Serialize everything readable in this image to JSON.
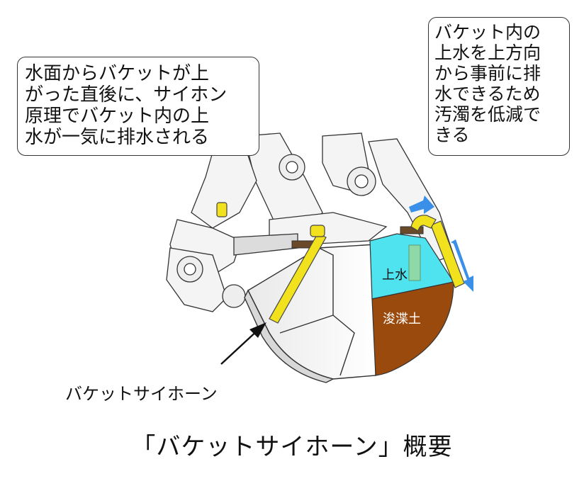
{
  "callouts": {
    "left": {
      "lines": [
        "水面からバケットが上",
        "がった直後に、サイホン",
        "原理でバケット内の上",
        "水が一気に排水される"
      ]
    },
    "right": {
      "lines": [
        "バケット内の",
        "上水を上方向",
        "から事前に排",
        "水できるため",
        "汚濁を低減で",
        "きる"
      ]
    }
  },
  "labels": {
    "water": "上水",
    "soil": "浚渫土",
    "siphon": "バケットサイホーン"
  },
  "caption": "「バケットサイホーン」概要",
  "colors": {
    "water": "#4fe3f0",
    "soil": "#9a4a0c",
    "pipe": "#f2e21e",
    "flow_arrow": "#3a8fe8",
    "pipe_green": "#8fd9a8"
  }
}
